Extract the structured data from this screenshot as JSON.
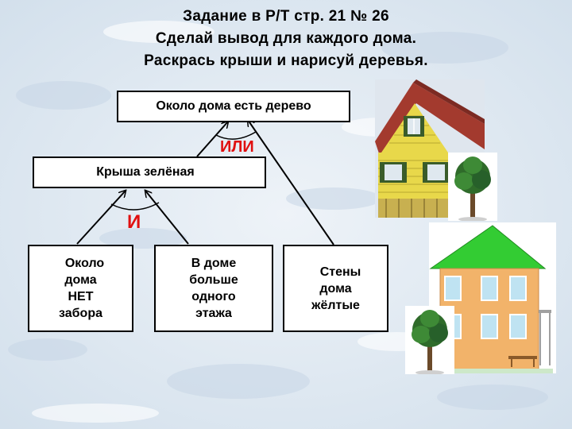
{
  "title_lines": [
    "Задание в Р/Т стр. 21 № 26",
    "Сделай вывод для каждого дома.",
    "Раскрась крыши и нарисуй деревья."
  ],
  "nodes": {
    "top": "Около дома есть дерево",
    "middle": "Крыша зелёная",
    "no_fence": [
      "Около",
      "дома",
      "НЕТ",
      "забора"
    ],
    "floors": [
      "В доме",
      "больше",
      "одного",
      "этажа"
    ],
    "walls": [
      "Стены",
      "дома",
      "жёлтые"
    ]
  },
  "operators": {
    "or": "ИЛИ",
    "and": "И"
  },
  "colors": {
    "operator_red": "#e01010",
    "roof_green": "#33cc33",
    "wall_yellow": "#e8d84a",
    "wall_orange": "#f2b36a",
    "roof_red": "#a33a2e"
  },
  "images": [
    "yellow-wooden-house-photo",
    "orange-house-green-roof-drawing",
    "tree-icon",
    "tree-icon"
  ]
}
